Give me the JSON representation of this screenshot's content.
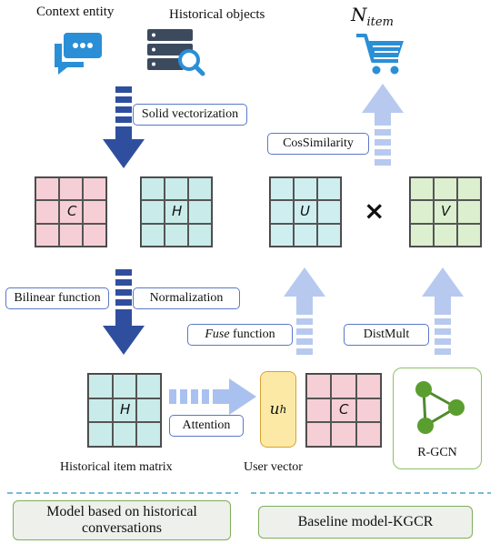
{
  "top": {
    "context_label": "Context entity",
    "history_label": "Historical objects",
    "n_item_label": "N",
    "n_item_sub": "item"
  },
  "steps": {
    "solid_vectorization": "Solid vectorization",
    "cos_similarity": "CosSimilarity",
    "bilinear": "Bilinear function",
    "normalization": "Normalization",
    "fuse_italic": "Fuse",
    "fuse_rest": " function",
    "distmult": "DistMult",
    "attention": "Attention"
  },
  "matrices": {
    "c": "C",
    "h": "H",
    "u": "U",
    "times": "×",
    "v": "V",
    "h2": "H",
    "c2": "C"
  },
  "user_vector": {
    "symbol": "u",
    "sub": "h"
  },
  "rgcn_label": "R-GCN",
  "captions": {
    "historical_item_matrix": "Historical item matrix",
    "user_vector": "User vector"
  },
  "bottom": {
    "left": "Model based on historical conversations",
    "right": "Baseline model-KGCR"
  },
  "colors": {
    "dark_arrow": "#2f4f9e",
    "light_arrow": "#b7c9ef",
    "pink": "#f6cfd6",
    "teal": "#c9ecea",
    "green": "#dcefcf",
    "node": "#5a9e2f"
  }
}
